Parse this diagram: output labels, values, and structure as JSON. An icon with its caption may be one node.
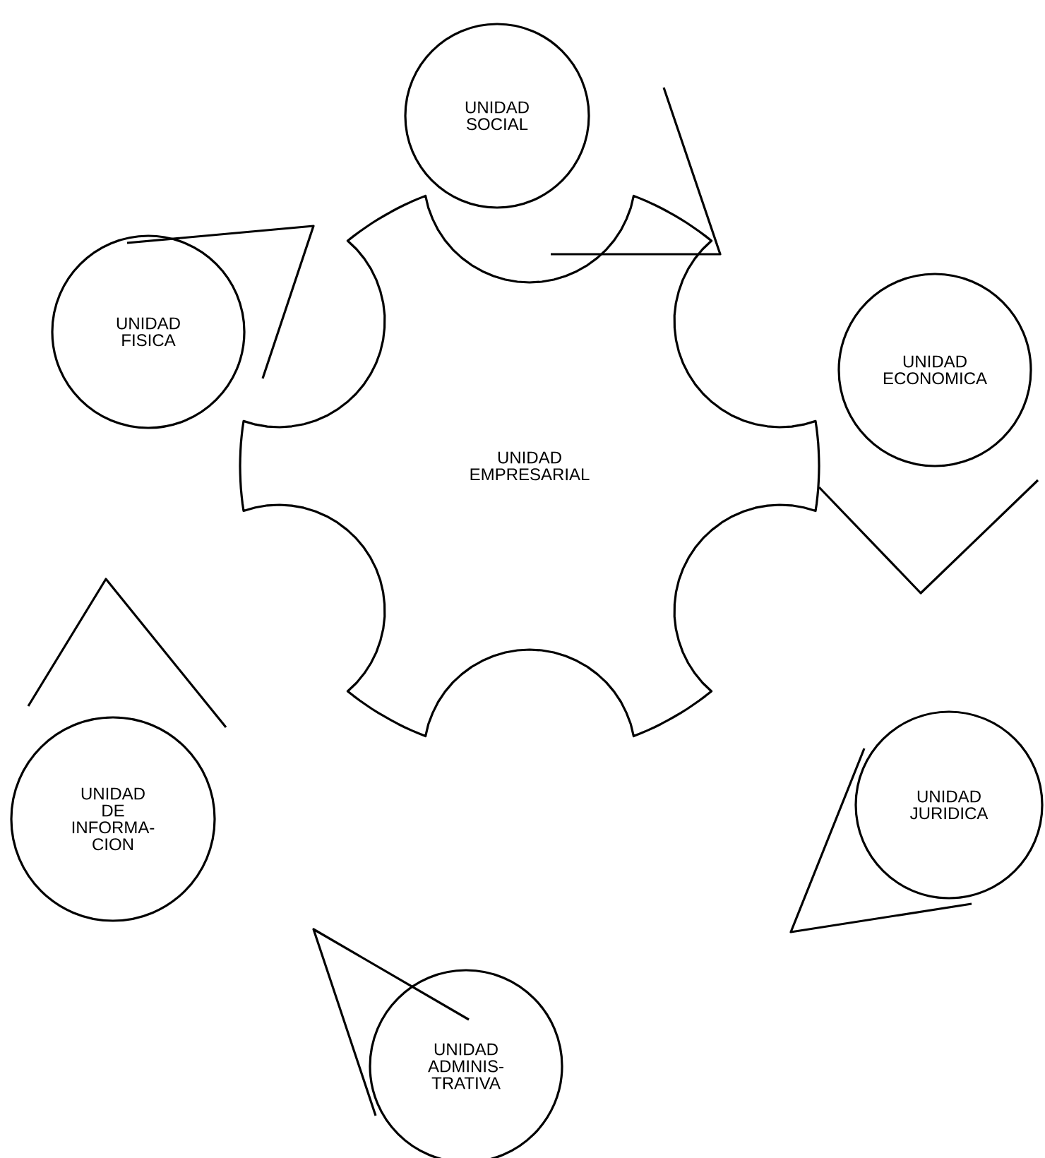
{
  "diagram": {
    "nodes": [
      {
        "text": [
          "UNIDAD SOCIAL"
        ]
      },
      {
        "text": [
          "UNIDAD FISICA"
        ]
      },
      {
        "text": [
          "UNIDAD ECONOMICA"
        ]
      },
      {
        "text": [
          "UNIDAD EMPRESARIAL"
        ]
      },
      {
        "text": [
          "UNIDAD JURIDICA"
        ]
      },
      {
        "text": [
          "UNIDAD DE INFORMA- CION"
        ]
      },
      {
        "text": [
          "UNIDAD ADMINIS- TRATIVA"
        ]
      }
    ]
  }
}
